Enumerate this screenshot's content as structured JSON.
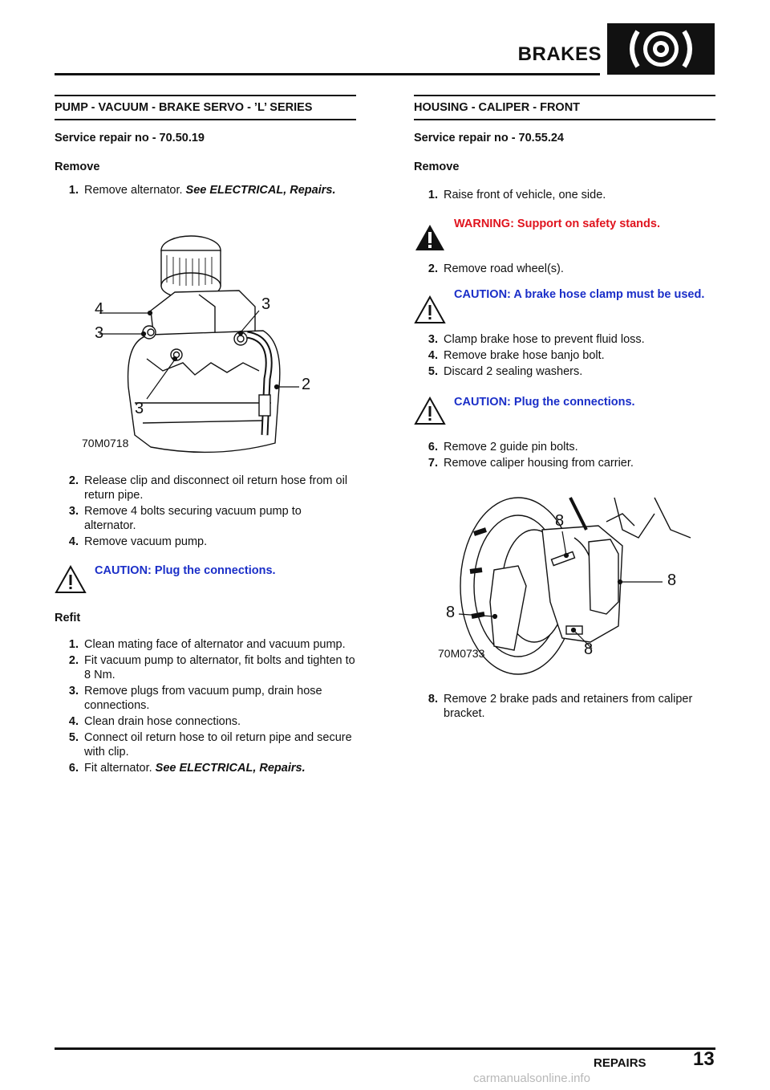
{
  "header": {
    "title": "BRAKES"
  },
  "left": {
    "section_title": "PUMP - VACUUM - BRAKE SERVO - ’L’ SERIES",
    "service_repair": "Service repair no - 70.50.19",
    "remove_heading": "Remove",
    "remove_step1_num": "1.",
    "remove_step1_text": "Remove alternator.",
    "remove_step1_xref": "See ELECTRICAL, Repairs.",
    "figure_code": "70M0718",
    "figure_callouts": [
      "4",
      "3",
      "3",
      "3",
      "2"
    ],
    "remove_steps": [
      {
        "num": "2.",
        "text": "Release clip and disconnect oil return hose from oil return pipe."
      },
      {
        "num": "3.",
        "text": "Remove 4 bolts securing vacuum pump to alternator."
      },
      {
        "num": "4.",
        "text": "Remove vacuum pump."
      }
    ],
    "caution1": "CAUTION: Plug the connections.",
    "refit_heading": "Refit",
    "refit_steps": [
      {
        "num": "1.",
        "text": "Clean mating face of alternator and vacuum pump."
      },
      {
        "num": "2.",
        "text": "Fit vacuum pump to alternator, fit bolts and tighten to 8 Nm."
      },
      {
        "num": "3.",
        "text": "Remove plugs from vacuum pump, drain hose connections."
      },
      {
        "num": "4.",
        "text": "Clean drain hose connections."
      },
      {
        "num": "5.",
        "text": "Connect oil return hose to oil return pipe and secure with clip."
      }
    ],
    "refit_step6_num": "6.",
    "refit_step6_text": "Fit alternator.",
    "refit_step6_xref": "See ELECTRICAL, Repairs."
  },
  "right": {
    "section_title": "HOUSING - CALIPER - FRONT",
    "service_repair": "Service repair no - 70.55.24",
    "remove_heading": "Remove",
    "step1_num": "1.",
    "step1_text": "Raise front of vehicle, one side.",
    "warning1": "WARNING: Support on safety stands.",
    "step2_num": "2.",
    "step2_text": "Remove road wheel(s).",
    "caution1": "CAUTION: A brake hose clamp must be used.",
    "steps_3_5": [
      {
        "num": "3.",
        "text": "Clamp brake hose to prevent fluid loss."
      },
      {
        "num": "4.",
        "text": "Remove brake hose banjo bolt."
      },
      {
        "num": "5.",
        "text": "Discard 2 sealing washers."
      }
    ],
    "caution2": "CAUTION: Plug the connections.",
    "steps_6_7": [
      {
        "num": "6.",
        "text": "Remove 2 guide pin bolts."
      },
      {
        "num": "7.",
        "text": "Remove caliper housing from carrier."
      }
    ],
    "figure_code": "70M0733",
    "figure_callouts": [
      "8",
      "8",
      "8",
      "8"
    ],
    "step8_num": "8.",
    "step8_text": "Remove 2 brake pads and retainers from caliper bracket."
  },
  "footer": {
    "section": "REPAIRS",
    "page": "13",
    "watermark": "carmanualsonline.info"
  },
  "colors": {
    "warning": "#e0141e",
    "caution": "#1a2ec8",
    "ink": "#111111"
  },
  "icons": [
    "brake-disc-icon",
    "warning-triangle-icon",
    "caution-triangle-icon"
  ]
}
